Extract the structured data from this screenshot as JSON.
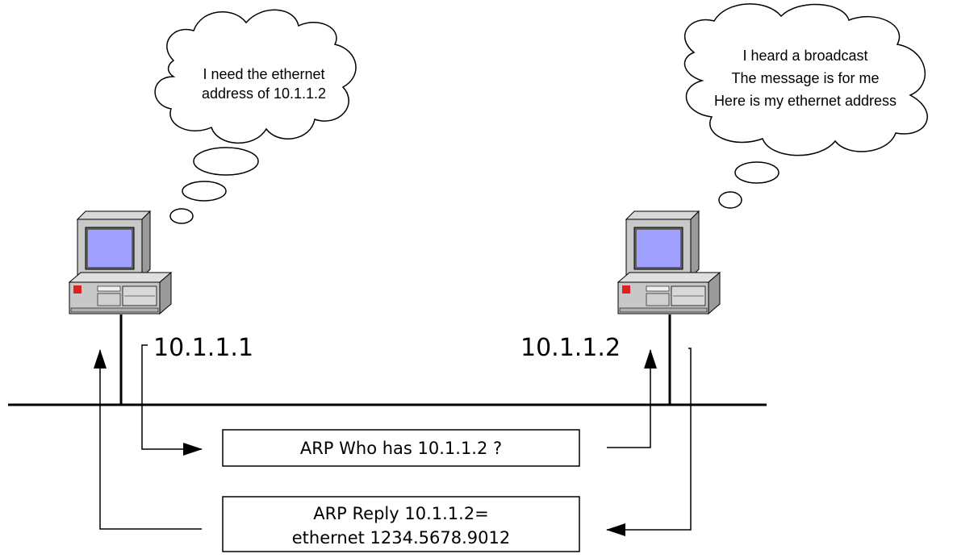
{
  "host_a": {
    "ip": "10.1.1.1",
    "thought_lines": [
      "I need the ethernet",
      "address of 10.1.1.2"
    ]
  },
  "host_b": {
    "ip": "10.1.1.2",
    "thought_lines": [
      "I heard a broadcast",
      "The message is for me",
      "Here is my ethernet address"
    ]
  },
  "arp_request": {
    "line1": "ARP Who has 10.1.1.2 ?"
  },
  "arp_reply": {
    "line1": "ARP Reply 10.1.1.2=",
    "line2": "ethernet 1234.5678.9012"
  },
  "icons": [
    "desktop-computer-icon",
    "cloud-icon",
    "arrow-icon"
  ],
  "colors": {
    "line": "#000000",
    "monitor_screen": "#a0a0ff",
    "case": "#c8c8c8",
    "led": "#00b000",
    "red_badge": "#e02020"
  }
}
